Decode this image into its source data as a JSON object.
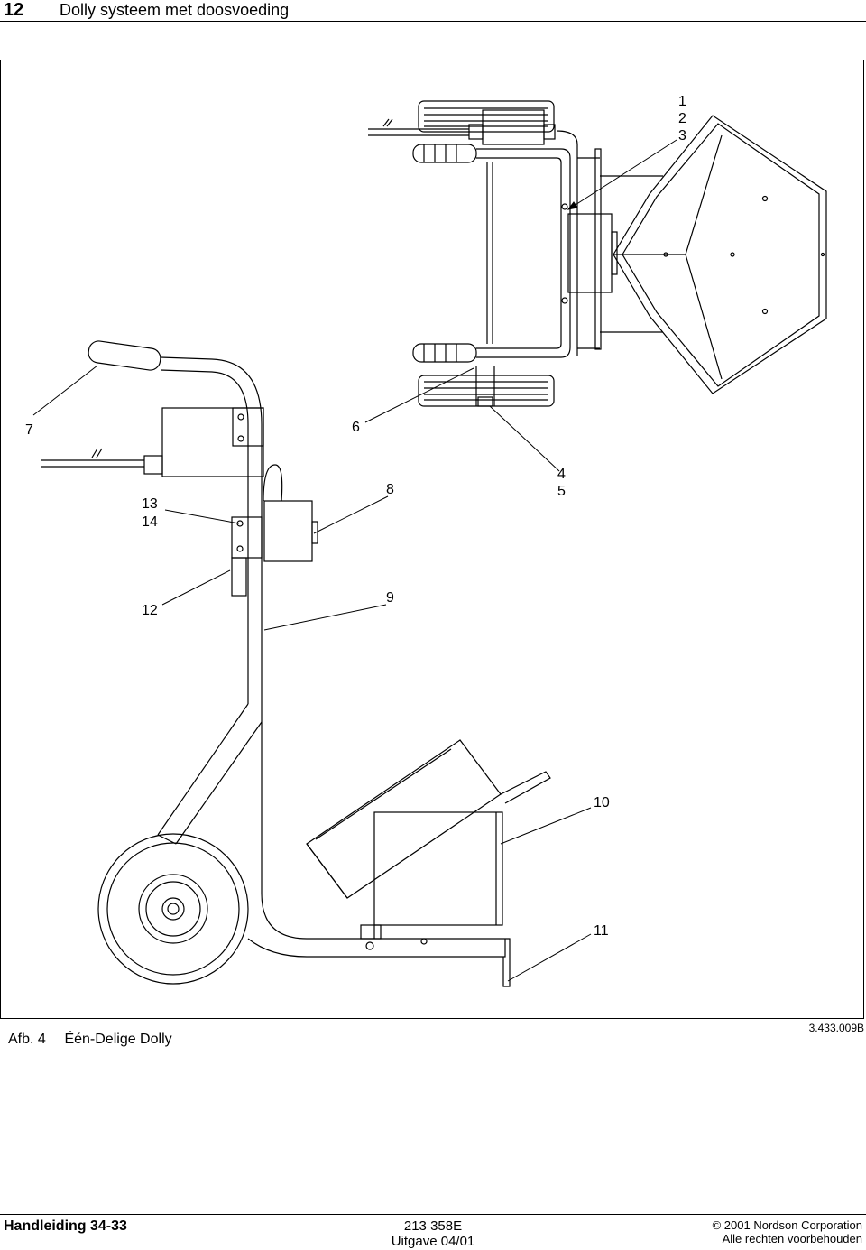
{
  "header": {
    "page_number": "12",
    "title": "Dolly systeem met doosvoeding"
  },
  "figure": {
    "drawing_code": "3.433.009B",
    "caption_label": "Afb. 4",
    "caption_text": "Één-Delige Dolly",
    "callouts": {
      "c1": "1",
      "c2": "2",
      "c3": "3",
      "c4": "4",
      "c5": "5",
      "c6": "6",
      "c7": "7",
      "c8": "8",
      "c9": "9",
      "c10": "10",
      "c11": "11",
      "c12": "12",
      "c13": "13",
      "c14": "14"
    }
  },
  "footer": {
    "manual": "Handleiding 34-33",
    "part_number": "213 358E",
    "issue": "Uitgave 04/01",
    "copyright": "© 2001 Nordson Corporation",
    "rights": "Alle rechten voorbehouden"
  }
}
